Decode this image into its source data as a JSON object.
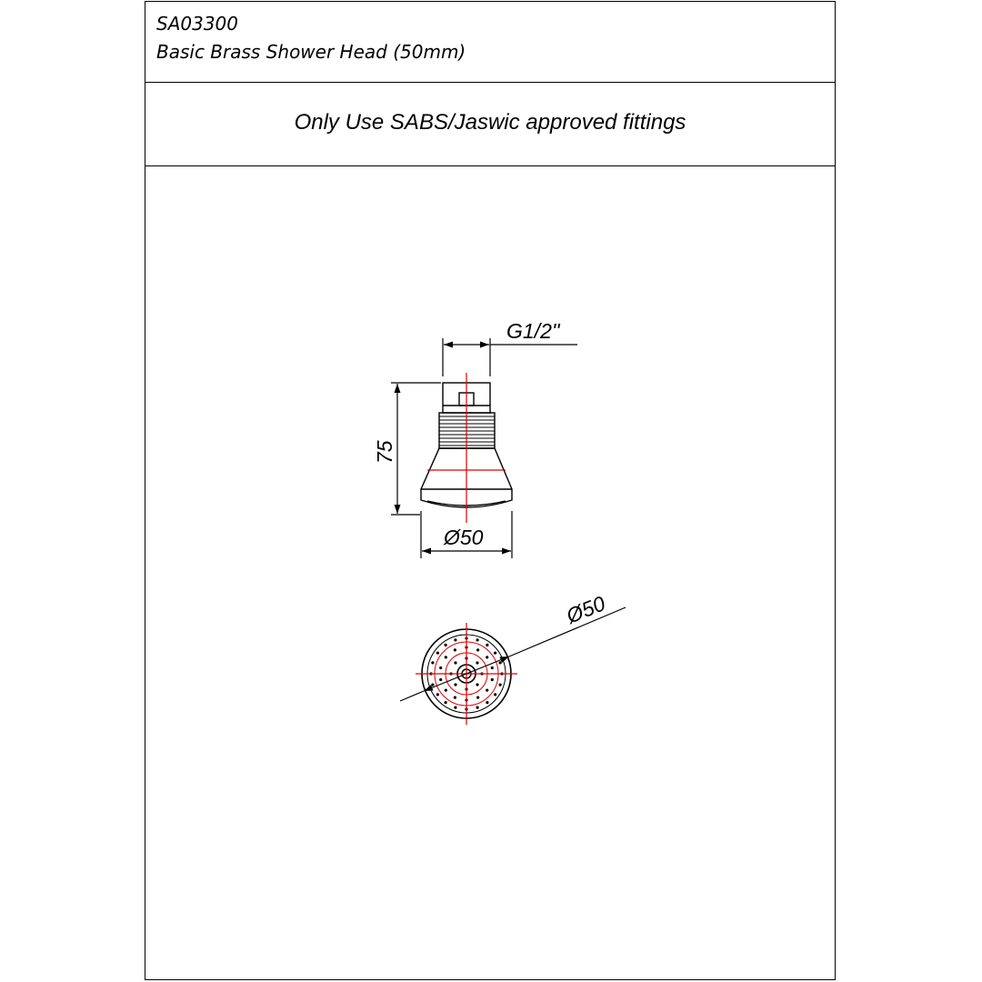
{
  "title_block": {
    "code": "SA03300",
    "name": "Basic Brass Shower Head (50mm)"
  },
  "note": "Only Use SABS/Jaswic approved fittings",
  "dimensions": {
    "thread": "G1/2''",
    "height": "75",
    "diameter_side": "Ø50",
    "diameter_face": "Ø50"
  },
  "colors": {
    "outline": "#000000",
    "centerline": "#e00000"
  }
}
